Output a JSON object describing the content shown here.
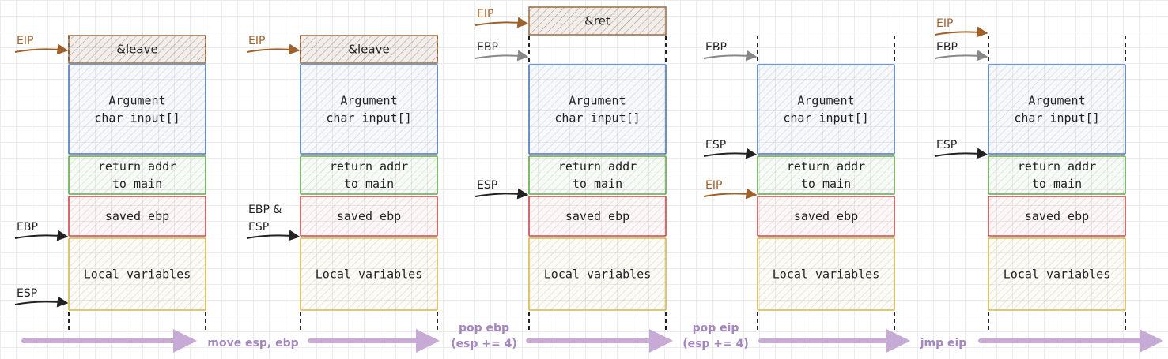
{
  "colors": {
    "instr": "#a0734a",
    "argument": "#4a76b8",
    "return": "#5fa84a",
    "saved": "#c94a4a",
    "local": "#d6b84a",
    "eip": "#a0602a",
    "ebp_gray": "#888888",
    "pointer": "#222222",
    "flow": "#c7aad6",
    "step_text": "#a487c0"
  },
  "stacks": [
    {
      "id": "s1",
      "top_label": "&leave",
      "pointers": [
        {
          "name": "EIP",
          "kind": "eip",
          "at": "instruction"
        },
        {
          "name": "EBP",
          "kind": "black",
          "at": "saved_ebp_bottom"
        },
        {
          "name": "ESP",
          "kind": "black",
          "at": "local_bottom"
        }
      ]
    },
    {
      "id": "s2",
      "top_label": "&leave",
      "pointers": [
        {
          "name": "EIP",
          "kind": "eip",
          "at": "instruction"
        },
        {
          "name": "EBP &\nESP",
          "kind": "black",
          "at": "saved_ebp_bottom"
        }
      ]
    },
    {
      "id": "s3",
      "top_label": "&ret",
      "pointers": [
        {
          "name": "EIP",
          "kind": "eip",
          "at": "instruction_high"
        },
        {
          "name": "EBP",
          "kind": "gray",
          "at": "stack_top"
        },
        {
          "name": "ESP",
          "kind": "black",
          "at": "return_bottom"
        }
      ]
    },
    {
      "id": "s4",
      "top_label": "",
      "pointers": [
        {
          "name": "EBP",
          "kind": "gray",
          "at": "stack_top"
        },
        {
          "name": "ESP",
          "kind": "black",
          "at": "argument_bottom"
        },
        {
          "name": "EIP",
          "kind": "eip",
          "at": "return_bottom"
        }
      ]
    },
    {
      "id": "s5",
      "top_label": "",
      "pointers": [
        {
          "name": "EIP",
          "kind": "eip",
          "at": "top_high"
        },
        {
          "name": "EBP",
          "kind": "gray",
          "at": "stack_top"
        },
        {
          "name": "ESP",
          "kind": "black",
          "at": "argument_bottom"
        }
      ]
    }
  ],
  "stack_boxes": {
    "argument": [
      "Argument",
      "char input[]"
    ],
    "return_addr": [
      "return addr",
      "to main"
    ],
    "saved_ebp": [
      "saved ebp"
    ],
    "local": [
      "Local variables"
    ]
  },
  "steps": [
    {
      "lines": [
        "move esp, ebp"
      ]
    },
    {
      "lines": [
        "pop ebp",
        "(esp += 4)"
      ]
    },
    {
      "lines": [
        "pop eip",
        "(esp += 4)"
      ]
    },
    {
      "lines": [
        "jmp eip"
      ]
    }
  ]
}
